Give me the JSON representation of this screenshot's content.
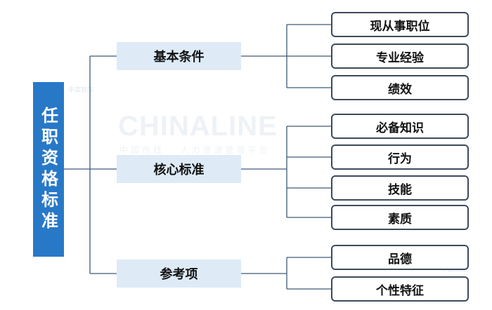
{
  "root": {
    "label": "任职资格标准"
  },
  "watermark": {
    "big": "CHINALINE",
    "small": "中国热线 · 人力资源管理平台",
    "logo": "中高智库"
  },
  "branches": [
    {
      "label": "基本条件",
      "leaves": [
        "现从事职位",
        "专业经验",
        "绩效"
      ]
    },
    {
      "label": "核心标准",
      "leaves": [
        "必备知识",
        "行为",
        "技能",
        "素质"
      ]
    },
    {
      "label": "参考项",
      "leaves": [
        "品德",
        "个性特征"
      ]
    }
  ],
  "colors": {
    "root": "#2878c8",
    "branch_bg": "#deebf7",
    "line": "#3d5a78",
    "leaf_border": "#3d4a5c"
  }
}
